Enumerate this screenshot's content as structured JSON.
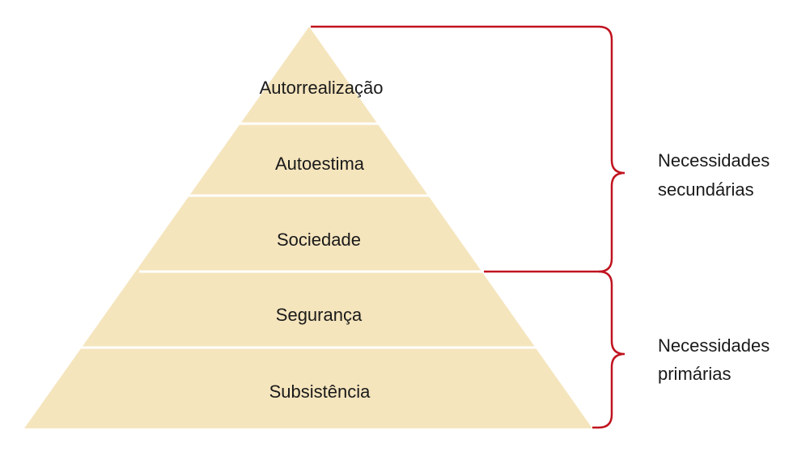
{
  "pyramid": {
    "levels": [
      {
        "label": "Autorrealização"
      },
      {
        "label": "Autoestima"
      },
      {
        "label": "Sociedade"
      },
      {
        "label": "Segurança"
      },
      {
        "label": "Subsistência"
      }
    ]
  },
  "groups": {
    "secondary": {
      "line1": "Necessidades",
      "line2": "secundárias"
    },
    "primary": {
      "line1": "Necessidades",
      "line2": "primárias"
    }
  },
  "colors": {
    "pyramid_fill": "#f5e5bd",
    "divider": "#ffffff",
    "bracket": "#c0131f",
    "text": "#1a1a1a"
  }
}
